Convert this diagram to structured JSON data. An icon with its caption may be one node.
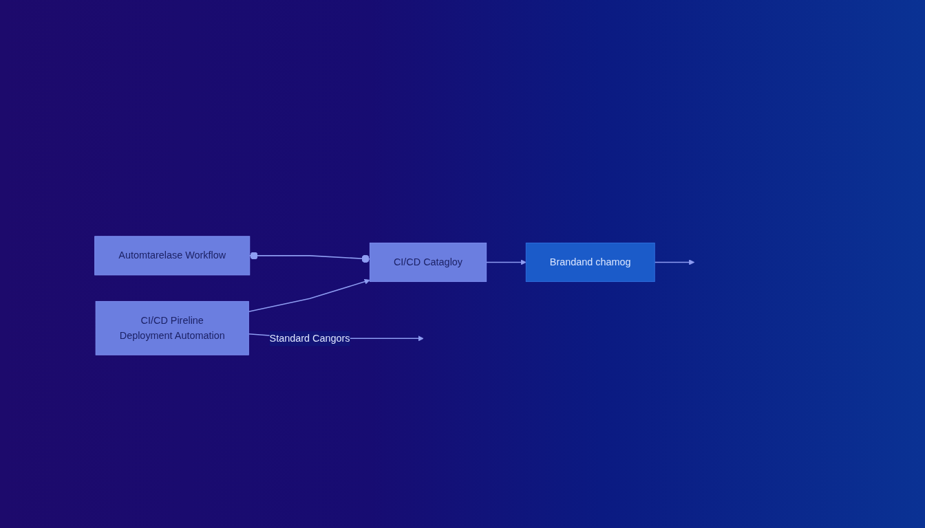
{
  "diagram": {
    "nodes": [
      {
        "text": [
          "Automtarelase Workflow"
        ]
      },
      {
        "text": [
          "CI/CD Catagloy"
        ]
      },
      {
        "text": [
          "Brandand chamog"
        ]
      },
      {
        "text": [
          "CI/CD Pireline",
          "Deployment Automation"
        ]
      }
    ],
    "edges": [
      {
        "from": 0,
        "to": 1,
        "arrow": "other"
      },
      {
        "from": 3,
        "to": 1,
        "arrow": "to"
      },
      {
        "from": 1,
        "to": 2,
        "arrow": "to"
      },
      {
        "from": 2,
        "to": null,
        "arrow": "to"
      },
      {
        "from": 3,
        "to": null,
        "arrow": "to",
        "label": "Standard Cangors"
      }
    ]
  }
}
